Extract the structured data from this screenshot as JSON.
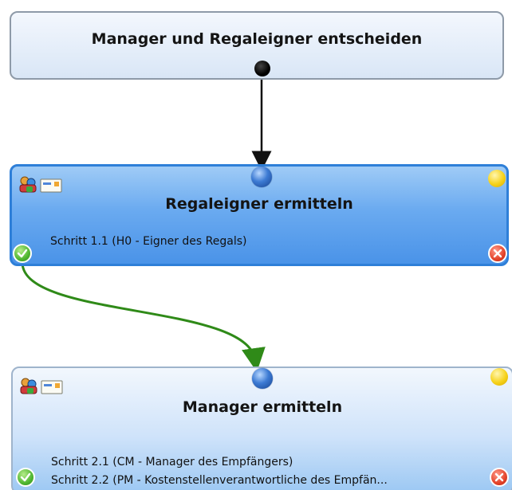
{
  "nodes": {
    "top": {
      "title": "Manager und Regaleigner entscheiden"
    },
    "middle": {
      "title": "Regaleigner ermitteln",
      "steps": [
        "Schritt 1.1 (H0 - Eigner des Regals)"
      ]
    },
    "bottom": {
      "title": "Manager ermitteln",
      "steps": [
        "Schritt 2.1 (CM - Manager des Empfängers)",
        "Schritt 2.2 (PM - Kostenstellenverantwortliche des Empfän..."
      ]
    }
  },
  "icons": {
    "node_type": "user-group-icon",
    "mail": "mail-icon",
    "approve": "checkmark-icon",
    "reject": "close-icon"
  },
  "colors": {
    "active_node": "#4a93e8",
    "approve_connector": "#2f8a18",
    "default_connector": "#111111"
  }
}
